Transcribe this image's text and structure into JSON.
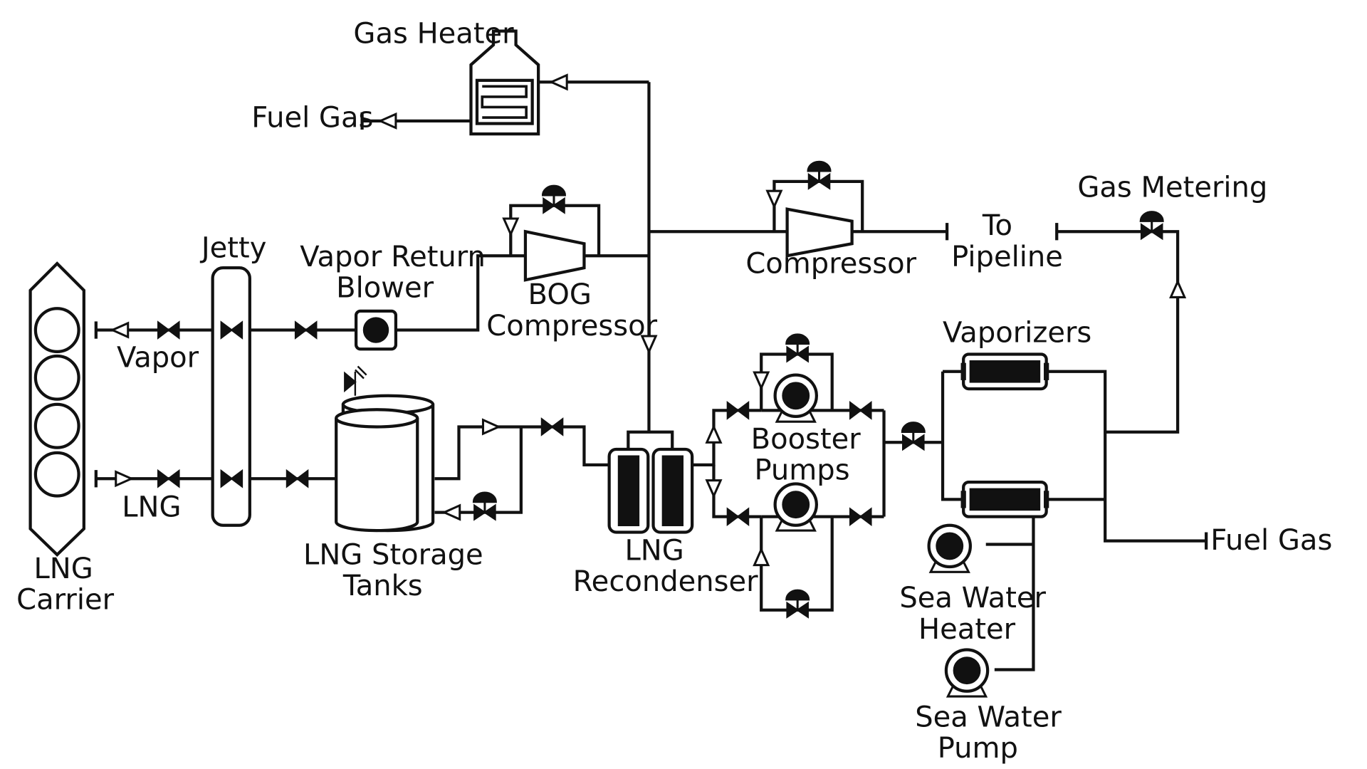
{
  "labels": {
    "gas_heater": "Gas Heater",
    "fuel_gas_top": "Fuel Gas",
    "jetty": "Jetty",
    "vapor_return_blower_1": "Vapor Return",
    "vapor_return_blower_2": "Blower",
    "bog_compressor_1": "BOG",
    "bog_compressor_2": "Compressor",
    "compressor": "Compressor",
    "to_pipeline_1": "To",
    "to_pipeline_2": "Pipeline",
    "gas_metering": "Gas Metering",
    "vapor": "Vapor",
    "lng_line": "LNG",
    "vaporizers": "Vaporizers",
    "booster_pumps_1": "Booster",
    "booster_pumps_2": "Pumps",
    "lng_storage_tanks_1": "LNG Storage",
    "lng_storage_tanks_2": "Tanks",
    "lng_recondenser_1": "LNG",
    "lng_recondenser_2": "Recondenser",
    "lng_carrier_1": "LNG",
    "lng_carrier_2": "Carrier",
    "fuel_gas_right": "Fuel Gas",
    "sea_water_heater_1": "Sea Water",
    "sea_water_heater_2": "Heater",
    "sea_water_pump_1": "Sea Water",
    "sea_water_pump_2": "Pump"
  },
  "colors": {
    "line": "#111111",
    "background": "#ffffff"
  }
}
